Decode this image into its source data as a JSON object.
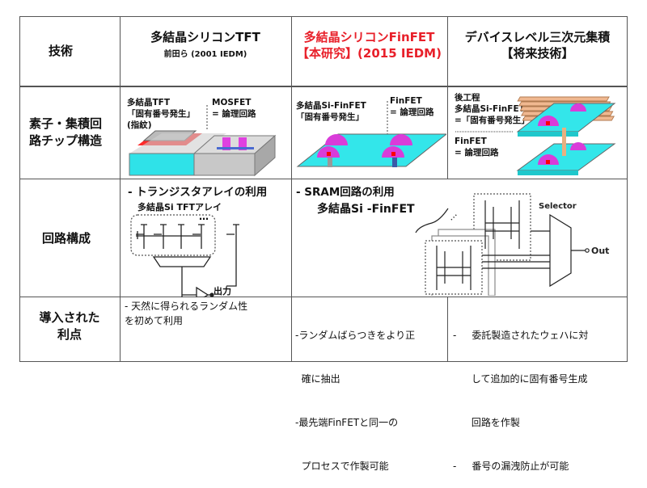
{
  "header": {
    "row_label": "技術",
    "col1": {
      "title": "多結晶シリコンTFT",
      "sub": "前田ら (2001 IEDM)"
    },
    "col2": {
      "title": "多結晶シリコンFinFET",
      "sub": "【本研究】(2015 IEDM)",
      "color": "#e8202a"
    },
    "col3": {
      "title": "デバイスレベル三次元集積",
      "sub": "【将来技術】"
    }
  },
  "row_structure": {
    "label_line1": "素子・集積回",
    "label_line2": "路チップ構造",
    "col1": {
      "left_l1": "多結晶TFT",
      "left_l2": "「固有番号発生」",
      "left_l3": "(指紋)",
      "right_l1": "MOSFET",
      "right_l2": "= 論理回路"
    },
    "col2": {
      "left_l1": "多結晶Si-FinFET",
      "left_l2": "「固有番号発生」",
      "right_l1": "FinFET",
      "right_l2": "= 論理回路"
    },
    "col3": {
      "top_l1": "後工程",
      "top_l2": "多結晶Si-FinFET",
      "top_l3": "=「固有番号発生」",
      "bottom_l1": "FinFET",
      "bottom_l2": "= 論理回路"
    }
  },
  "row_circuit": {
    "label": "回路構成",
    "col1": {
      "title": "- トランジスタアレイの利用",
      "sub": "多結晶Si TFTアレイ",
      "dots": "…",
      "output": "出力"
    },
    "col2": {
      "title": "- SRAM回路の利用",
      "sub": "多結晶Si -FinFET",
      "selector": "Selector",
      "out": "Out"
    }
  },
  "row_benefit": {
    "label_line1": "導入された",
    "label_line2": "利点",
    "col1": [
      "-  天然に得られるランダム性",
      "を初めて利用"
    ],
    "col2": [
      "-ランダムばらつきをより正",
      "  確に抽出",
      "-最先端FinFETと同一の",
      "  プロセスで作製可能"
    ],
    "col3": [
      "-     委託製造されたウェハに対",
      "      して追加的に固有番号生成",
      "      回路を作製",
      "-     番号の漏洩防止が可能"
    ]
  }
}
